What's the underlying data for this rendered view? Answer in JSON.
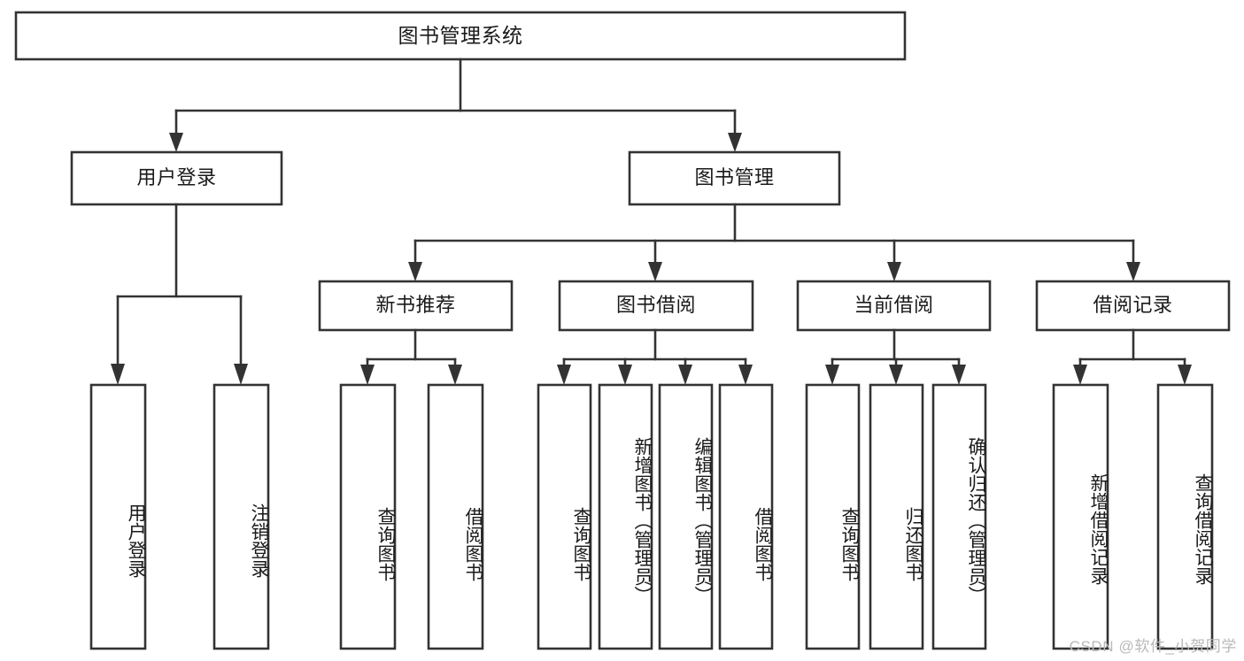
{
  "diagram": {
    "type": "hierarchy-tree",
    "title": "图书管理系统",
    "watermark": "CSDN @软件_小贺同学",
    "colors": {
      "stroke": "#333333",
      "box_fill": "#ffffff",
      "text": "#1a1a1a",
      "watermark": "#b9b9b9",
      "background": "#ffffff"
    },
    "root": {
      "label": "图书管理系统"
    },
    "level2": [
      {
        "label": "用户登录"
      },
      {
        "label": "图书管理"
      }
    ],
    "level3": [
      {
        "label": "新书推荐"
      },
      {
        "label": "图书借阅"
      },
      {
        "label": "当前借阅"
      },
      {
        "label": "借阅记录"
      }
    ],
    "leaves": {
      "user_login": [
        {
          "label": "用户登录"
        },
        {
          "label": "注销登录"
        }
      ],
      "new_book_recommend": [
        {
          "label": "查询图书"
        },
        {
          "label": "借阅图书"
        }
      ],
      "book_borrow": [
        {
          "label": "查询图书"
        },
        {
          "label": "新增图书（管理员）"
        },
        {
          "label": "编辑图书（管理员）"
        },
        {
          "label": "借阅图书"
        }
      ],
      "current_borrow": [
        {
          "label": "查询图书"
        },
        {
          "label": "归还图书"
        },
        {
          "label": "确认归还（管理员）"
        }
      ],
      "borrow_record": [
        {
          "label": "新增借阅记录"
        },
        {
          "label": "查询借阅记录"
        }
      ]
    }
  }
}
